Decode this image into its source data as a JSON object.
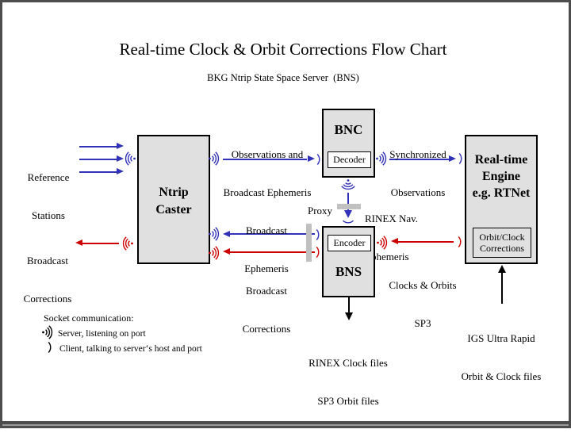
{
  "slide": {
    "title": "Real-time Clock & Orbit Corrections Flow Chart",
    "subtitle": "BKG Ntrip State Space Server  (BNS)"
  },
  "colors": {
    "blue": "#3232b8",
    "red": "#cc0000",
    "box_fill": "#e0e0e0",
    "proxy_bar": "#c0c0c0",
    "frame": "#4d4d4d"
  },
  "icons": {
    "socket_server": "dot with three radiating arcs (server, listening on port)",
    "socket_client": "single arc (client, talking to server)"
  },
  "nodes": {
    "caster": {
      "line1": "Ntrip",
      "line2": "Caster"
    },
    "bnc": {
      "title": "BNC",
      "sub": "Decoder"
    },
    "bns": {
      "title": "BNS",
      "sub": "Encoder"
    },
    "engine": {
      "line1": "Real-time",
      "line2": "Engine",
      "line3": "e.g. RTNet",
      "sub1": "Orbit/Clock",
      "sub2": "Corrections"
    }
  },
  "labels": {
    "reference_stations": [
      "Reference",
      "Stations"
    ],
    "broadcast_corrections_left": [
      "Broadcast",
      "Corrections"
    ],
    "observations_top": [
      "Observations and",
      "Broadcast Ephemeris"
    ],
    "synchronized": [
      "Synchronized",
      "Observations"
    ],
    "rinex_nav": [
      "RINEX Nav.",
      "Ephemeris"
    ],
    "proxy": "Proxy",
    "broadcast_ephemeris": [
      "Broadcast",
      "Ephemeris"
    ],
    "broadcast_corrections": [
      "Broadcast",
      "Corrections"
    ],
    "clocks_orbits": [
      "Clocks & Orbits",
      "SP3"
    ],
    "rinex_files": [
      "RINEX Clock files",
      "SP3 Orbit files"
    ],
    "igs": [
      "IGS Ultra Rapid",
      "Orbit & Clock files"
    ]
  },
  "legend": {
    "heading": "Socket communication:",
    "server_label": "Server, listening on port",
    "client_label": "Client, talking to server‘s host and port"
  }
}
